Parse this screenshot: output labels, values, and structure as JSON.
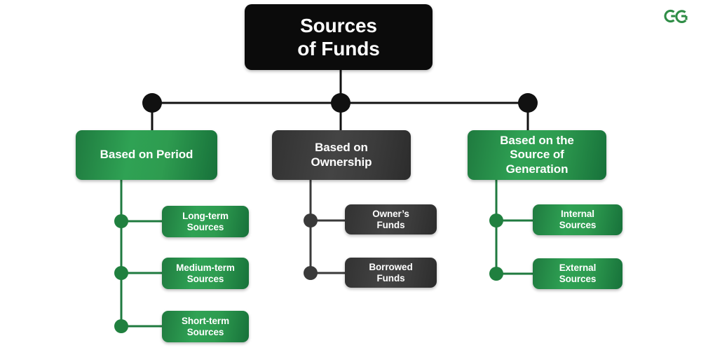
{
  "diagram": {
    "title_box": {
      "label": "Sources\nof Funds"
    },
    "branches": [
      {
        "label": "Based on Period",
        "theme": "green",
        "children": [
          {
            "label": "Long-term\nSources"
          },
          {
            "label": "Medium-term\nSources"
          },
          {
            "label": "Short-term\nSources"
          }
        ]
      },
      {
        "label": "Based on\nOwnership",
        "theme": "dark",
        "children": [
          {
            "label": "Owner’s\nFunds"
          },
          {
            "label": "Borrowed\nFunds"
          }
        ]
      },
      {
        "label": "Based on the\nSource of\nGeneration",
        "theme": "green",
        "children": [
          {
            "label": "Internal\nSources"
          },
          {
            "label": "External\nSources"
          }
        ]
      }
    ]
  },
  "logo": {
    "name": "geeksforgeeks-logo",
    "color": "#2f8d46"
  },
  "colors": {
    "root_bg": "#0b0b0b",
    "green_dark": "#17713a",
    "green_mid": "#2fa254",
    "gray_dark": "#2c2c2c",
    "gray_mid": "#444444",
    "text": "#ffffff",
    "black_connector": "#111111",
    "green_connector": "#1f7a3f",
    "gray_connector": "#3a3a3a"
  }
}
